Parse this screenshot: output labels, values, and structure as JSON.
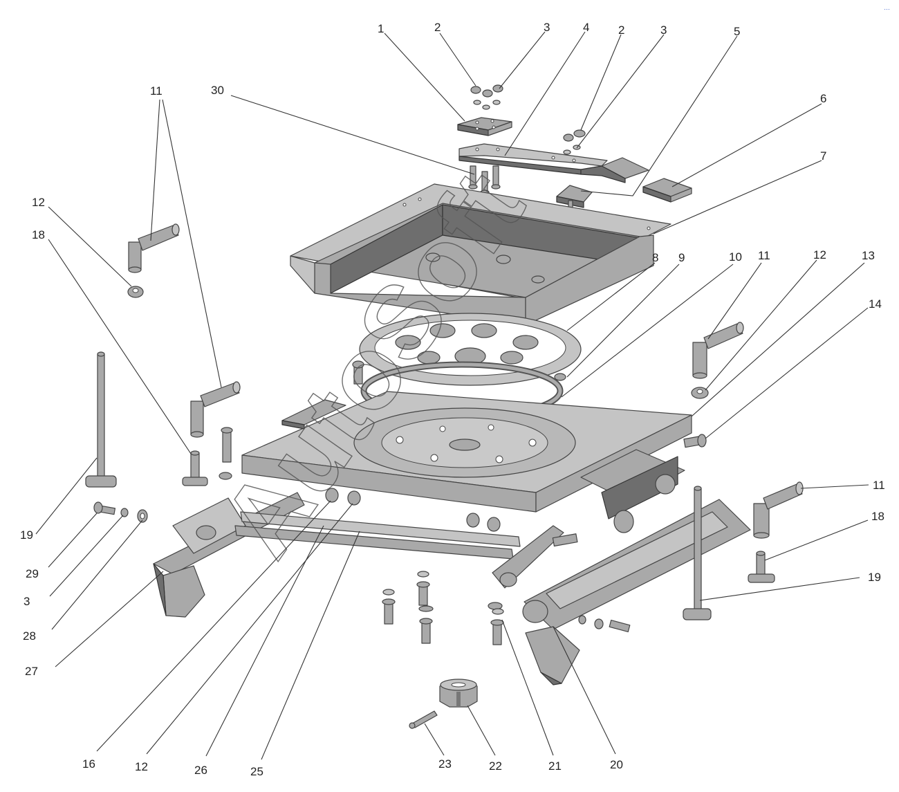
{
  "watermark": "AutoSoft",
  "corner_mark": "…",
  "callouts": {
    "c1": "1",
    "c2a": "2",
    "c3a": "3",
    "c4": "4",
    "c2b": "2",
    "c3b": "3",
    "c5": "5",
    "c6": "6",
    "c7": "7",
    "c30": "30",
    "c11a": "11",
    "c12a": "12",
    "c18a": "18",
    "c8": "8",
    "c9": "9",
    "c10": "10",
    "c11b": "11",
    "c12b": "12",
    "c13": "13",
    "c14": "14",
    "c11c": "11",
    "c18b": "18",
    "c19a": "19",
    "c19b": "19",
    "c29": "29",
    "c3c": "3",
    "c28": "28",
    "c27": "27",
    "c16": "16",
    "c12c": "12",
    "c26": "26",
    "c25": "25",
    "c23": "23",
    "c22": "22",
    "c21": "21",
    "c20": "20"
  }
}
